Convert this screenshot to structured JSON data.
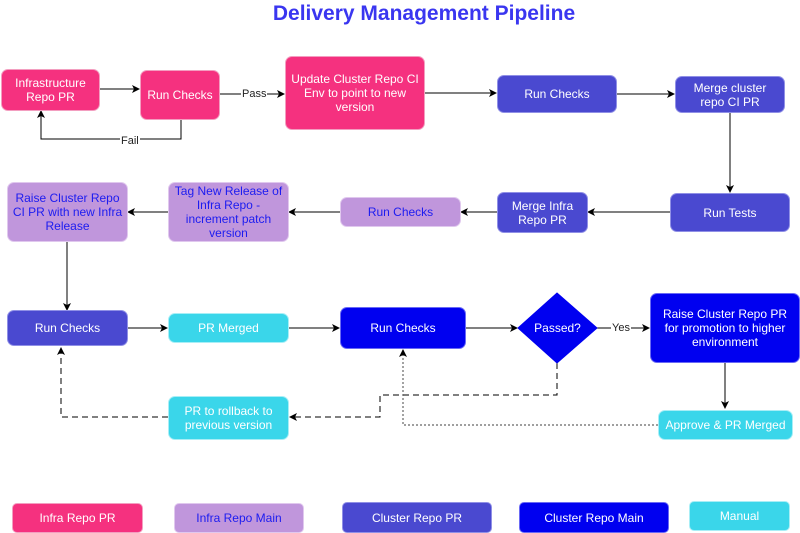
{
  "title": "Delivery Management Pipeline",
  "nodes": {
    "infra_repo_pr": "Infrastructure Repo PR",
    "run_checks_1": "Run Checks",
    "update_cluster_ci": "Update Cluster Repo CI Env to point to new version",
    "run_checks_2": "Run Checks",
    "merge_cluster_ci": "Merge cluster repo CI PR",
    "run_tests": "Run Tests",
    "merge_infra_pr": "Merge Infra Repo PR",
    "run_checks_3": "Run Checks",
    "tag_release": "Tag New Release of Infra Repo - increment patch version",
    "raise_cluster_ci_pr": "Raise Cluster Repo CI PR with new Infra Release",
    "run_checks_4": "Run Checks",
    "pr_merged": "PR Merged",
    "run_checks_5": "Run Checks",
    "passed_decision": "Passed?",
    "raise_promotion_pr": "Raise Cluster Repo PR for promotion to higher environment",
    "approve_merge": "Approve & PR Merged",
    "rollback_pr": "PR to rollback to previous version"
  },
  "edge_labels": {
    "pass": "Pass",
    "fail": "Fail",
    "yes": "Yes"
  },
  "legend": [
    {
      "label": "Infra Repo PR",
      "color": "#f5317f"
    },
    {
      "label": "Infra Repo Main",
      "color": "#c096dc"
    },
    {
      "label": "Cluster Repo PR",
      "color": "#4a49d0"
    },
    {
      "label": "Cluster Repo Main",
      "color": "#0000f0"
    },
    {
      "label": "Manual",
      "color": "#3ad6ea"
    }
  ]
}
